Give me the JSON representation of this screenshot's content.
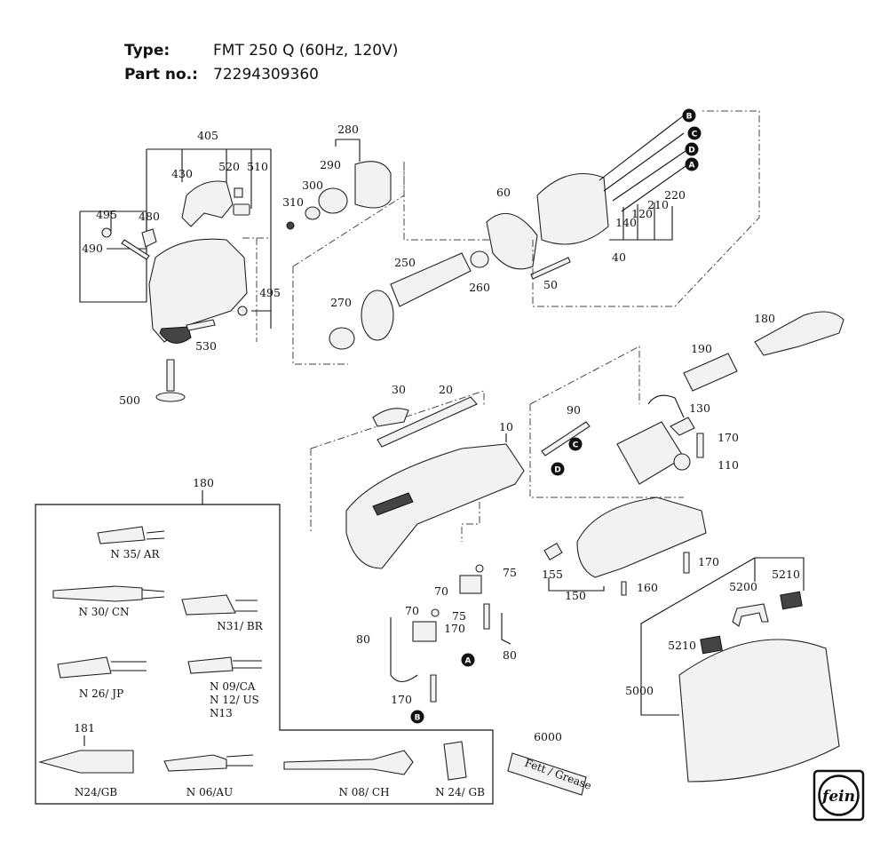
{
  "header": {
    "type_label": "Type:",
    "type_value": "FMT 250 Q (60Hz, 120V)",
    "part_label": "Part no.:",
    "part_value": "72294309360"
  },
  "parts": {
    "p405": "405",
    "p430": "430",
    "p520": "520",
    "p510": "510",
    "p495a": "495",
    "p480": "480",
    "p490": "490",
    "p495b": "495",
    "p530": "530",
    "p500": "500",
    "p280": "280",
    "p290": "290",
    "p300": "300",
    "p310": "310",
    "p250": "250",
    "p270": "270",
    "p260": "260",
    "p60": "60",
    "p50": "50",
    "p40": "40",
    "p140": "140",
    "p120": "120",
    "p210": "210",
    "p220": "220",
    "p180": "180",
    "p190": "190",
    "p30": "30",
    "p20": "20",
    "p10": "10",
    "p90": "90",
    "p130": "130",
    "p170a": "170",
    "p110": "110",
    "p75a": "75",
    "p70a": "70",
    "p70b": "70",
    "p75b": "75",
    "p80a": "80",
    "p170b": "170",
    "p80b": "80",
    "p170c": "170",
    "p155": "155",
    "p150": "150",
    "p160": "160",
    "p170d": "170",
    "p5200": "5200",
    "p5210a": "5210",
    "p5210b": "5210",
    "p5000": "5000",
    "p6000": "6000",
    "p181": "181",
    "p180box": "180"
  },
  "markers": {
    "A": "A",
    "B": "B",
    "C": "C",
    "D": "D"
  },
  "plugs": {
    "n35": "N 35/ AR",
    "n30": "N 30/ CN",
    "n31": "N31/ BR",
    "n26": "N 26/ JP",
    "n09": "N 09/CA",
    "n12": "N 12/ US",
    "n13": "N13",
    "n24gb": "N24/GB",
    "n06": "N 06/AU",
    "n08": "N 08/ CH",
    "n24gb2": "N 24/ GB"
  },
  "tube_text": "Fett / Grease",
  "logo_text": "fein"
}
